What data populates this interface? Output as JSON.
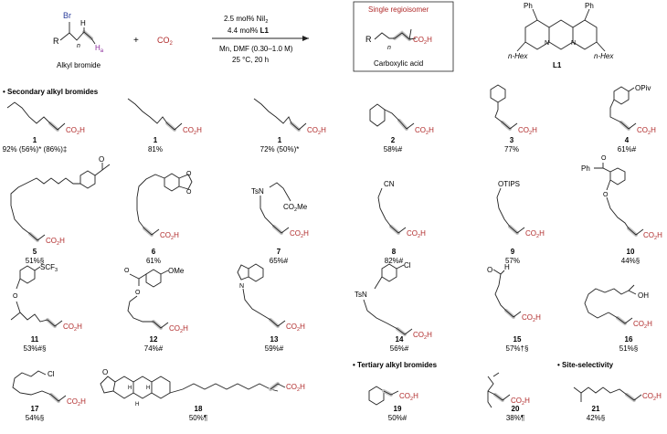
{
  "scheme": {
    "substrate_label": "Alkyl bromide",
    "substrate_atoms": {
      "br": "Br",
      "r": "R",
      "h": "H",
      "n": "n",
      "ha": "H",
      "ha_sub": "a"
    },
    "plus": "+",
    "co2": "CO",
    "co2_sub": "2",
    "cond_line1": "2.5 mol% NiI",
    "cond_line1_sub": "2",
    "cond_line2_pre": "4.4 mol% ",
    "cond_line2_bold": "L1",
    "cond_line3": "Mn, DMF (0.30–1.0 M)",
    "cond_line4": "25 °C, 20 h",
    "box_title": "Single regioisomer",
    "product_label": "Carboxylic acid",
    "product_atoms": {
      "r": "R",
      "n": "n",
      "acid": "CO",
      "acid_sub": "2",
      "acid_end": "H"
    },
    "ligand_label": "L1",
    "ligand_ph": "Ph",
    "ligand_hex": "n-Hex"
  },
  "sections": {
    "secondary": "• Secondary alkyl bromides",
    "tertiary": "• Tertiary alkyl bromides",
    "site": "• Site-selectivity"
  },
  "atoms": {
    "acid": "CO",
    "acid_sub": "2",
    "acid_end": "H",
    "opiv": "OPiv",
    "tsn": "TsN",
    "co2me": "CO",
    "co2me_end": "Me",
    "cn": "CN",
    "otips": "OTIPS",
    "ph": "Ph",
    "o": "O",
    "scf3": "SCF",
    "scf3_sub": "3",
    "ome": "OMe",
    "n": "N",
    "cl": "Cl",
    "oh": "OH",
    "h": "H"
  },
  "compounds": [
    {
      "num": "1",
      "yield": "92% (56%)* (86%)‡"
    },
    {
      "num": "1",
      "yield": "81%"
    },
    {
      "num": "1",
      "yield": "72% (50%)*"
    },
    {
      "num": "2",
      "yield": "58%#"
    },
    {
      "num": "3",
      "yield": "77%"
    },
    {
      "num": "4",
      "yield": "61%#"
    },
    {
      "num": "5",
      "yield": "51%§"
    },
    {
      "num": "6",
      "yield": "61%"
    },
    {
      "num": "7",
      "yield": "65%#"
    },
    {
      "num": "8",
      "yield": "82%#"
    },
    {
      "num": "9",
      "yield": "57%"
    },
    {
      "num": "10",
      "yield": "44%§"
    },
    {
      "num": "11",
      "yield": "53%#§"
    },
    {
      "num": "12",
      "yield": "74%#"
    },
    {
      "num": "13",
      "yield": "59%#"
    },
    {
      "num": "14",
      "yield": "56%#"
    },
    {
      "num": "15",
      "yield": "57%†§"
    },
    {
      "num": "16",
      "yield": "51%§"
    },
    {
      "num": "17",
      "yield": "54%§"
    },
    {
      "num": "18",
      "yield": "50%¶"
    },
    {
      "num": "19",
      "yield": "50%#"
    },
    {
      "num": "20",
      "yield": "38%¶"
    },
    {
      "num": "21",
      "yield": "42%§"
    }
  ],
  "colors": {
    "acid": "#b02a2a",
    "highlight": "#cccccc",
    "bond": "#222222"
  }
}
